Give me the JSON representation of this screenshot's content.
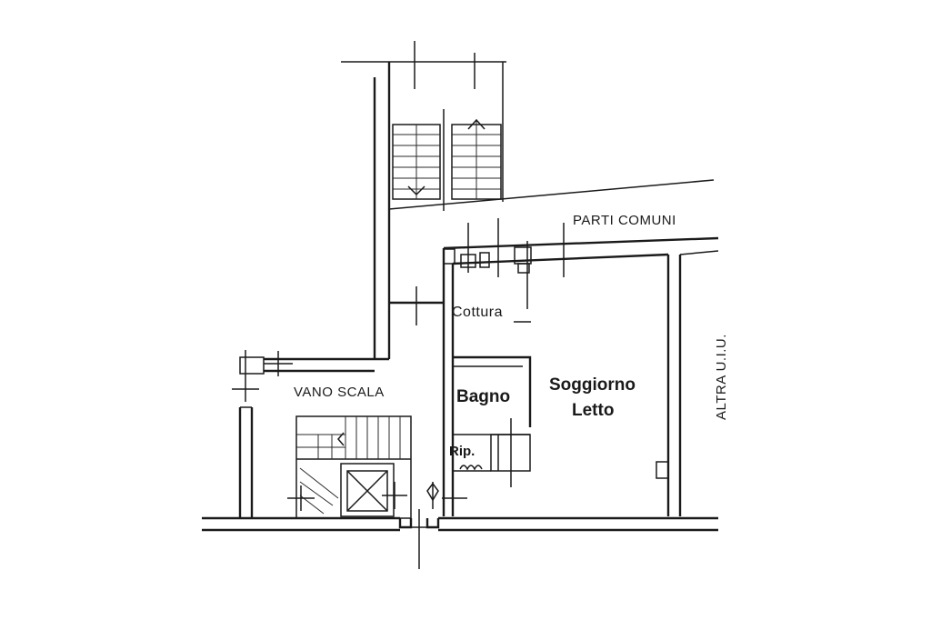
{
  "labels": {
    "parti_comuni": "PARTI COMUNI",
    "cottura": "Cottura",
    "vano_scala": "VANO SCALA",
    "bagno": "Bagno",
    "soggiorno_line1": "Soggiorno",
    "soggiorno_line2": "Letto",
    "rip": "Rip.",
    "altra_uiu": "ALTRA U.I.U."
  },
  "colors": {
    "ink": "#1a1a1a",
    "background": "#ffffff"
  }
}
